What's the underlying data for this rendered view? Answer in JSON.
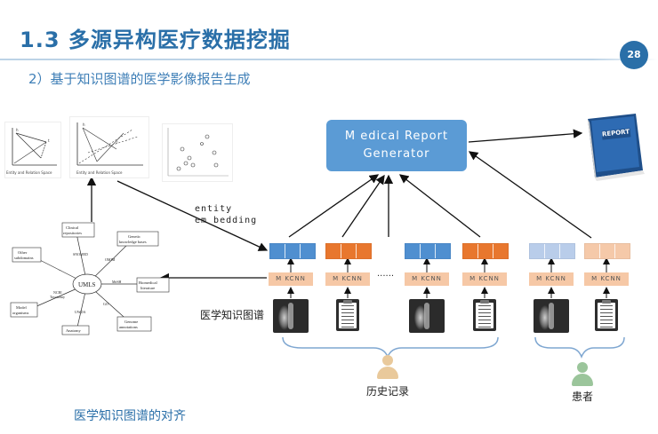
{
  "header": {
    "title": "1.3 多源异构医疗数据挖掘",
    "page_number": "28",
    "subtitle": "2）基于知识图谱的医学影像报告生成"
  },
  "diagram": {
    "generator_label_line1": "M edical Report",
    "generator_label_line2": "Generator",
    "report_book_label": "REPORT",
    "entity_embedding_line1": "entity",
    "entity_embedding_line2": "em bedding",
    "mkcnn_label": "M KCNN",
    "ellipsis": "······",
    "kg_label": "医学知识图谱",
    "history_label": "历史记录",
    "patient_label": "患者",
    "alignment_label": "医学知识图谱的对齐",
    "plot_caption_1": "Entity and Relation Space",
    "plot_caption_2": "Entity and Relation Space",
    "umls": {
      "center": "UMLS",
      "nodes": [
        "Clinical repositories",
        "Genetic knowledge bases",
        "Biomedical literature",
        "Genome annotations",
        "Anatomy",
        "Model organisms",
        "Other subdomains",
        "SNOMED",
        "OMIM",
        "MeSH",
        "GO",
        "UWDA",
        "NCBI Taxonomy",
        "..."
      ]
    }
  },
  "colors": {
    "title": "#2a6fa8",
    "generator": "#5b9bd5",
    "vec_blue": "#4f8fd0",
    "vec_orange": "#e8772e",
    "vec_lightblue": "#b9cdea",
    "vec_lightorange": "#f5c9a9",
    "mkcnn": "#f6c8a6",
    "person_tan": "#e9c99b",
    "person_green": "#9bc59b"
  }
}
